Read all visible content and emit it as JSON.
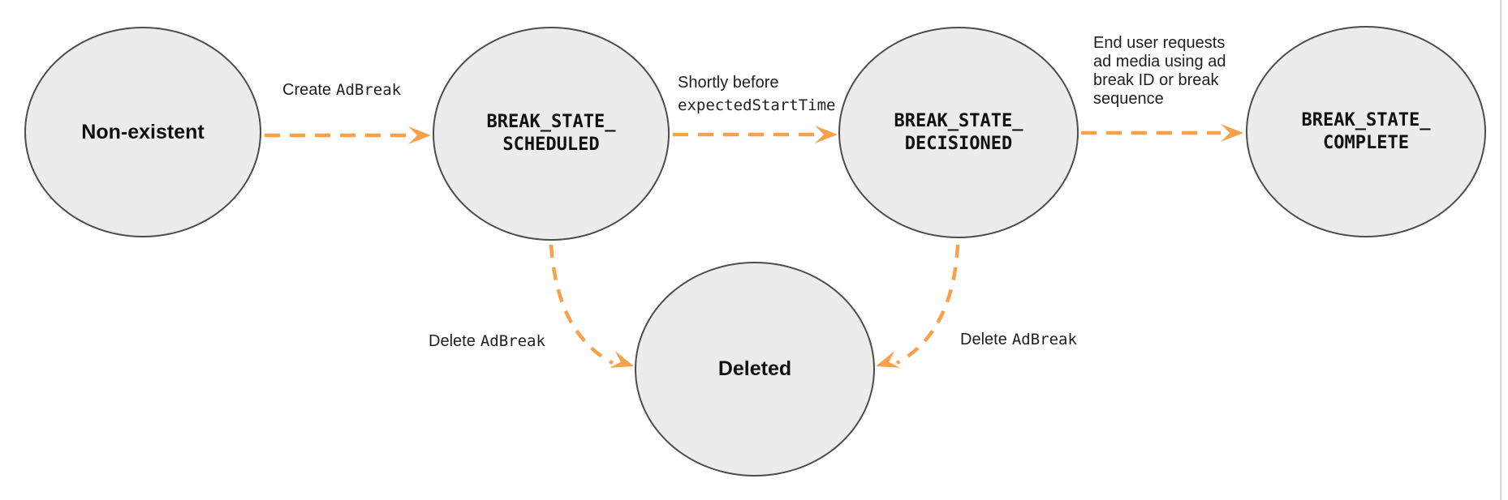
{
  "colors": {
    "arrow": "#F9A04B",
    "node_fill": "#ECECEC",
    "node_border": "#4D4D4D",
    "text": "#1F1F1F",
    "edge_divider": "#D9D9D9"
  },
  "states": {
    "non_existent": {
      "label": "Non-existent"
    },
    "scheduled": {
      "lines": [
        "BREAK_STATE_",
        "SCHEDULED"
      ]
    },
    "decisioned": {
      "lines": [
        "BREAK_STATE_",
        "DECISIONED"
      ]
    },
    "complete": {
      "lines": [
        "BREAK_STATE_",
        "COMPLETE"
      ]
    },
    "deleted": {
      "label": "Deleted"
    }
  },
  "transitions": {
    "create": {
      "plain": "Create",
      "code": "AdBreak"
    },
    "schedule_to_decision": {
      "plain": "Shortly before",
      "code": "expectedStartTime"
    },
    "decision_to_complete": {
      "lines": [
        "End user requests",
        "ad media using ad",
        "break ID or break",
        "sequence"
      ]
    },
    "delete_from_scheduled": {
      "plain": "Delete",
      "code": "AdBreak"
    },
    "delete_from_decisioned": {
      "plain": "Delete",
      "code": "AdBreak"
    }
  }
}
